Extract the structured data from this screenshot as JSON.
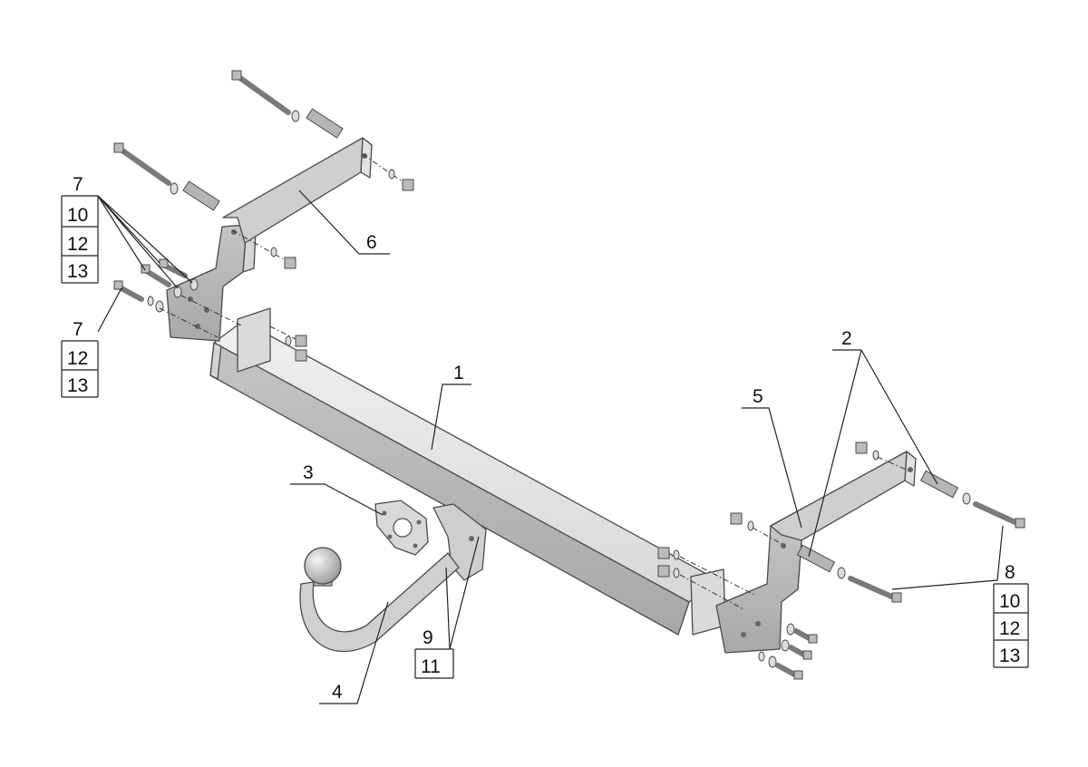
{
  "labels": {
    "l1": "1",
    "l2": "2",
    "l3": "3",
    "l4": "4",
    "l5": "5",
    "l6": "6",
    "l7a": "7",
    "l10a": "10",
    "l12a": "12",
    "l13a": "13",
    "l7b": "7",
    "l12b": "12",
    "l13b": "13",
    "l8": "8",
    "l10b": "10",
    "l12c": "12",
    "l13c": "13",
    "l9": "9",
    "l11": "11"
  },
  "colors": {
    "metal_light": "#e6e6e6",
    "metal_mid": "#c9c9c9",
    "metal_dark": "#a3a3a3",
    "outline": "#4a4a4a",
    "text": "#111111"
  }
}
